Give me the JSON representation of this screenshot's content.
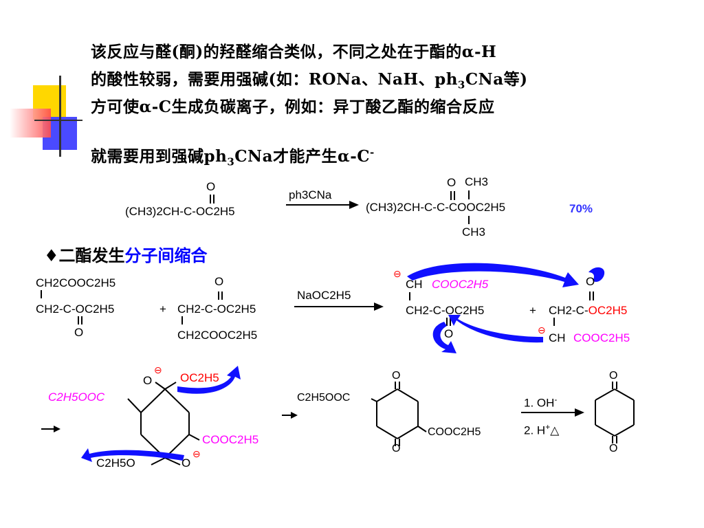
{
  "intro": {
    "line1_a": "该反应与醛(酮)的羟醛缩合类似，不同之处在于酯的",
    "line1_alpha": "α",
    "line1_b": "-H",
    "line2_a": "的酸性较弱，需要用强碱(如：RONa、NaH、ph",
    "line2_sub": "3",
    "line2_b": "CNa等)",
    "line3_a": "方可使",
    "line3_alpha": "α",
    "line3_b": "-C生成负碳离子，例如：异丁酸乙酯的缩合反应",
    "line4_a": "就需要用到强碱ph",
    "line4_sub": "3",
    "line4_b": "CNa才能产生",
    "line4_alpha": "α",
    "line4_c": "-C",
    "line4_sup": "-"
  },
  "reaction1": {
    "reactant_o": "O",
    "reactant": "(CH3)2CH-C-OC2H5",
    "reagent": "ph3CNa",
    "product_o": "O",
    "product_ch3_top": "CH3",
    "product": "(CH3)2CH-C-C-COOC2H5",
    "product_ch3_bottom": "CH3",
    "yield": "70%"
  },
  "section": {
    "bullet": "♦",
    "prefix": "二酯发生",
    "highlight": "分子间缩合"
  },
  "reaction2": {
    "m1_top": "CH2COOC2H5",
    "m1_mid": "CH2-C-OC2H5",
    "m1_o": "O",
    "plus1": "+",
    "m2_o": "O",
    "m2_mid": "CH2-C-OC2H5",
    "m2_bottom": "CH2COOC2H5",
    "reagent": "NaOC2H5",
    "charge": "⊖",
    "i1_top_ch": "CH",
    "i1_top_ester": "COOC2H5",
    "i1_mid": "CH2-C-OC2H5",
    "i1_o": "O",
    "plus2": "+",
    "i2_o": "O",
    "i2_mid_a": "CH2-C-",
    "i2_mid_b": "OC2H5",
    "i2_bottom_ch": "CH",
    "i2_bottom_ester": "COOC2H5"
  },
  "reaction3": {
    "arrow": "→",
    "left_ester": "C2H5OOC",
    "top_o": "O",
    "top_leaving": "OC2H5",
    "right_ester": "COOC2H5",
    "bottom_ethoxy": "C2H5O",
    "bottom_o": "O",
    "mid_ester_left": "C2H5OOC",
    "mid_o_top": "O",
    "mid_ester_right": "COOC2H5",
    "mid_o_bottom": "O",
    "step1": "1. OH-",
    "step2": "2. H+△",
    "final_o_top": "O",
    "final_o_bottom": "O"
  },
  "colors": {
    "accent_blue": "#0000ff",
    "red": "#ff0000",
    "magenta": "#ff00ff",
    "deco_yellow": "#ffd700",
    "deco_blue": "#4040ff",
    "deco_red": "#ff3333"
  }
}
